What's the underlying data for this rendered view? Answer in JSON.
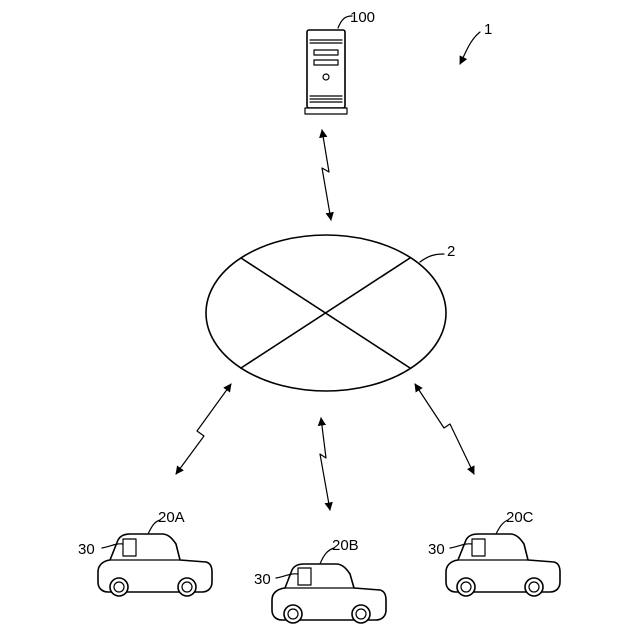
{
  "figure": {
    "system_label": "1",
    "server": {
      "label": "100"
    },
    "network": {
      "label": "2"
    },
    "vehicles": [
      {
        "label": "20A",
        "device_label": "30"
      },
      {
        "label": "20B",
        "device_label": "30"
      },
      {
        "label": "20C",
        "device_label": "30"
      }
    ]
  }
}
